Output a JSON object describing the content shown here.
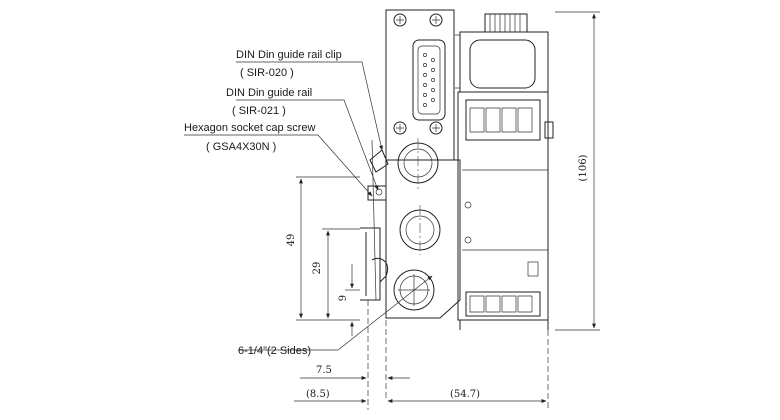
{
  "labels": {
    "din_clip": "DIN Din guide rail clip",
    "din_clip_code": "( SIR-020 )",
    "din_rail": "DIN Din guide rail",
    "din_rail_code": "( SIR-021 )",
    "screw": "Hexagon socket cap screw",
    "screw_code": "( GSA4X30N )",
    "ports": "6-1/4\"(2 Sides)"
  },
  "dimensions": {
    "height_total": "(106)",
    "h49": "49",
    "h29": "29",
    "h9": "9",
    "w7_5": "7.5",
    "w8_5": "(8.5)",
    "w54_7": "(54.7)"
  }
}
